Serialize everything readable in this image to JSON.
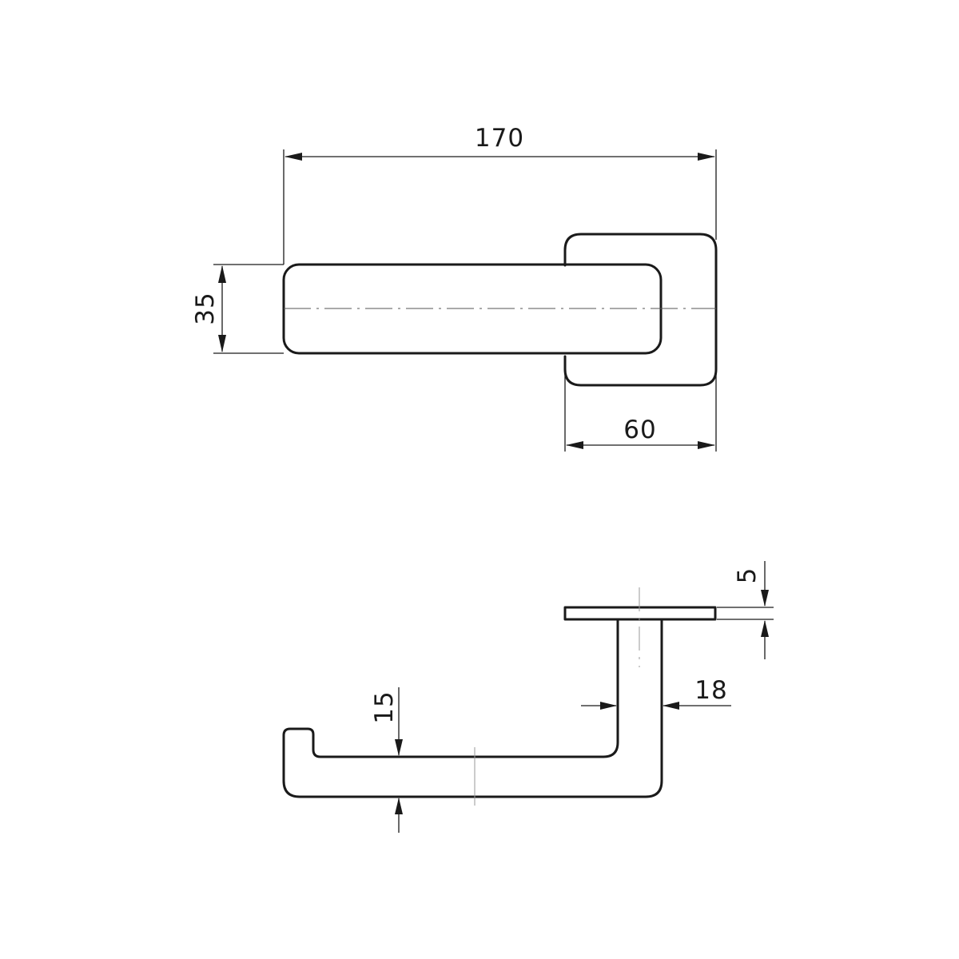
{
  "dimensions": {
    "overall_length": "170",
    "lever_width": "35",
    "rose_width": "60",
    "rose_thickness": "5",
    "lever_thickness": "15",
    "neck_thickness": "18"
  },
  "colors": {
    "line": "#1a1a1a",
    "background": "#ffffff"
  }
}
